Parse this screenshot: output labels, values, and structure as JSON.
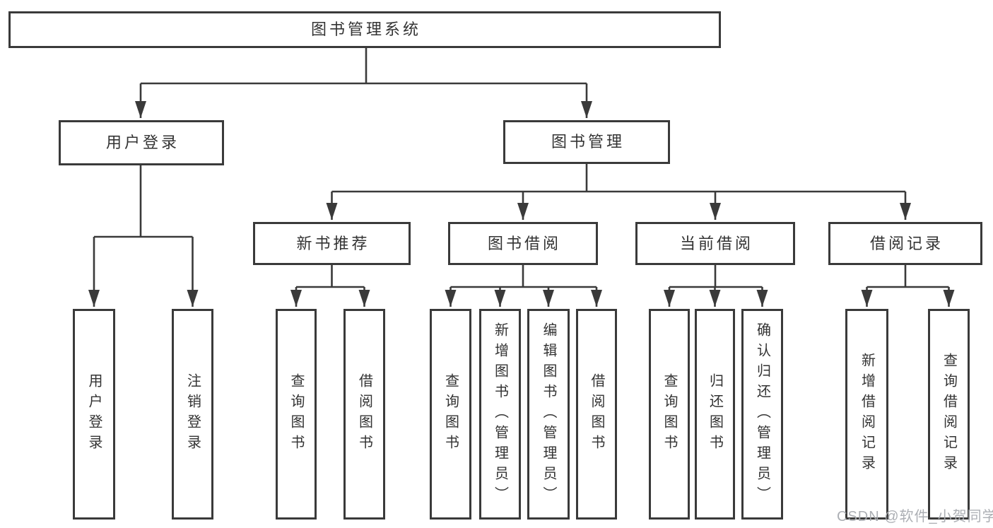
{
  "diagram_type": "hierarchy",
  "tree": {
    "label": "图书管理系统",
    "children": [
      {
        "label": "用户登录",
        "children": [
          {
            "label": "用户登录"
          },
          {
            "label": "注销登录"
          }
        ]
      },
      {
        "label": "图书管理",
        "children": [
          {
            "label": "新书推荐",
            "children": [
              {
                "label": "查询图书"
              },
              {
                "label": "借阅图书"
              }
            ]
          },
          {
            "label": "图书借阅",
            "children": [
              {
                "label": "查询图书"
              },
              {
                "label": "新增图书（管理员）"
              },
              {
                "label": "编辑图书（管理员）"
              },
              {
                "label": "借阅图书"
              }
            ]
          },
          {
            "label": "当前借阅",
            "children": [
              {
                "label": "查询图书"
              },
              {
                "label": "归还图书"
              },
              {
                "label": "确认归还（管理员）"
              }
            ]
          },
          {
            "label": "借阅记录",
            "children": [
              {
                "label": "新增借阅记录"
              },
              {
                "label": "查询借阅记录"
              }
            ]
          }
        ]
      }
    ]
  },
  "watermark": "CSDN @软件_小贺同学",
  "colors": {
    "line": "#3a3a3a",
    "box_border": "#3a3a3a",
    "text": "#333333",
    "background": "#ffffff",
    "watermark": "#a8abb0"
  }
}
